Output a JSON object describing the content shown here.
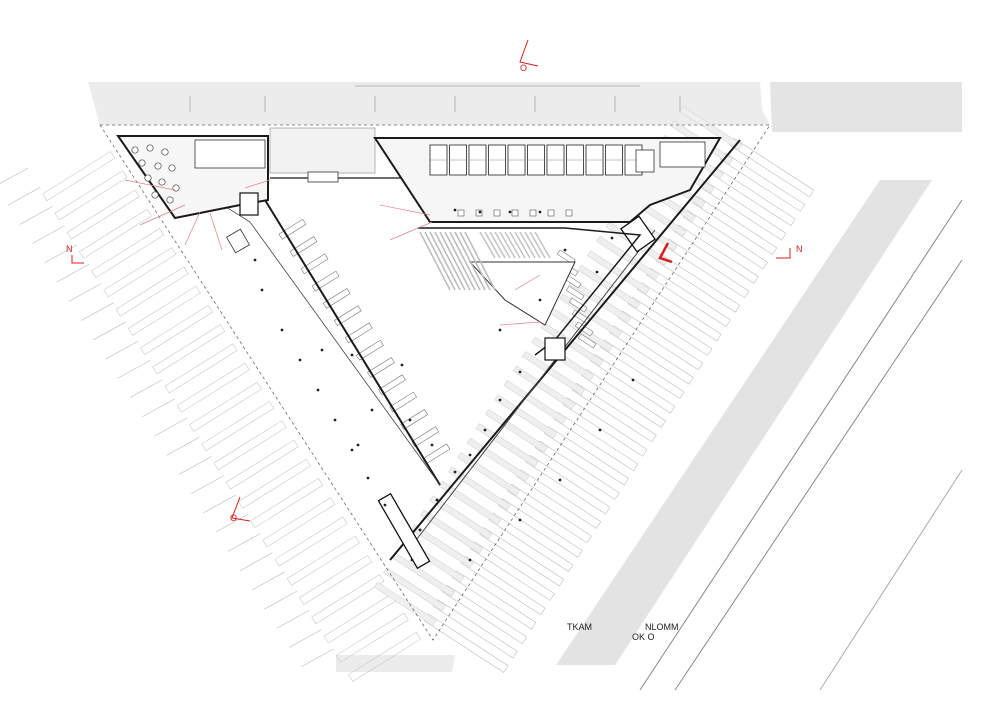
{
  "labels": {
    "sw_note_1": "TKAM",
    "sw_note_2": "NLOMM",
    "sw_note_3": "OK O",
    "north_left": "N",
    "north_right": "N"
  },
  "colors": {
    "ink": "#1a1a1a",
    "road": "#e6e6e6",
    "accent": "#d42020",
    "line": "#9a9a9a"
  }
}
